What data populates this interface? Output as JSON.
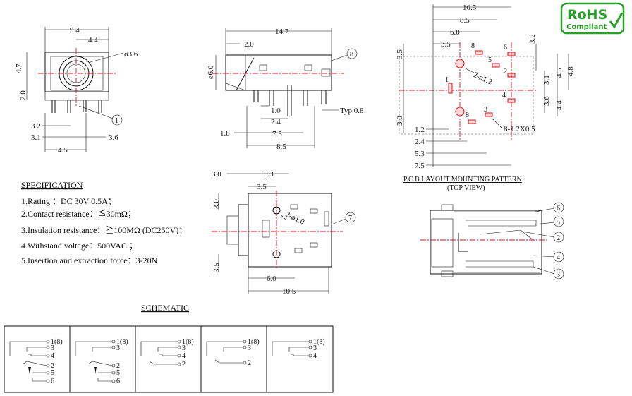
{
  "rohs": {
    "line1": "RoHS",
    "line2": "Compliant"
  },
  "front_view": {
    "dims": {
      "w_total": "9.4",
      "w_right": "4.4",
      "dia": "ø3.6",
      "h_left": "4.7",
      "h_low": "2.0",
      "b1": "3.2",
      "b2": "3.1",
      "b3": "4.5",
      "b4": "3.6"
    },
    "callout": "1"
  },
  "side_view": {
    "dims": {
      "top_total": "14.7",
      "top_left": "2.0",
      "dia_left": "ø6.0",
      "b1": "1.0",
      "b2": "2.4",
      "b3": "1.8",
      "b4": "7.5",
      "b5": "8.5",
      "typ": "Typ 0.8"
    },
    "callout": "8"
  },
  "pcb": {
    "dims": {
      "t1": "10.5",
      "t2": "8.5",
      "t3": "6.0",
      "t4": "3.5",
      "left_v1": "3.5",
      "left_v2": "3.0",
      "r1": "3.2",
      "r2": "4.5",
      "r3": "4.8",
      "r4": "3.1",
      "r5": "3.6",
      "r6": "4.4",
      "hole": "2-ø1.2",
      "slot": "8-1.2X0.5",
      "b1": "1.2",
      "b2": "2.4",
      "b3": "5.3",
      "b4": "7.5"
    },
    "pins": {
      "p1": "1",
      "p2": "2",
      "p3": "3",
      "p4": "4",
      "p5": "5",
      "p6": "6",
      "p8": "8",
      "p8b": "8"
    },
    "caption": "P.C.B LAYOUT MOUNTING PATTERN",
    "subcaption": "(TOP VIEW)"
  },
  "top_view": {
    "dims": {
      "t1": "3.0",
      "t2": "5.3",
      "t3": "3.5",
      "v1": "3.0",
      "v2": "3.5",
      "hole": "2-ø1.0",
      "b1": "6.0",
      "b2": "10.5"
    },
    "callout": "7"
  },
  "section_view": {
    "callouts": [
      "6",
      "5",
      "2",
      "4",
      "3"
    ]
  },
  "specification": {
    "title": "SPECIFICATION",
    "items": [
      "1.Rating ：DC 30V 0.5A；",
      "2.Contact resistance：≦30mΩ；",
      "3.Insulation resistance：≧100MΩ (DC250V)；",
      "4.Withstand voltage：500VAC ；",
      "5.Insertion and extraction force：3-20N"
    ]
  },
  "schematic": {
    "title": "SCHEMATIC",
    "cells": [
      {
        "pins": [
          "1(8)",
          "3",
          "4",
          "2",
          "5",
          "6"
        ]
      },
      {
        "pins": [
          "1(8)",
          "3",
          "2",
          "5",
          "6"
        ]
      },
      {
        "pins": [
          "1(8)",
          "3",
          "4",
          "2"
        ]
      },
      {
        "pins": [
          "1(8)",
          "3",
          "2"
        ]
      },
      {
        "pins": [
          "1(8)",
          "3",
          "4"
        ]
      }
    ]
  }
}
